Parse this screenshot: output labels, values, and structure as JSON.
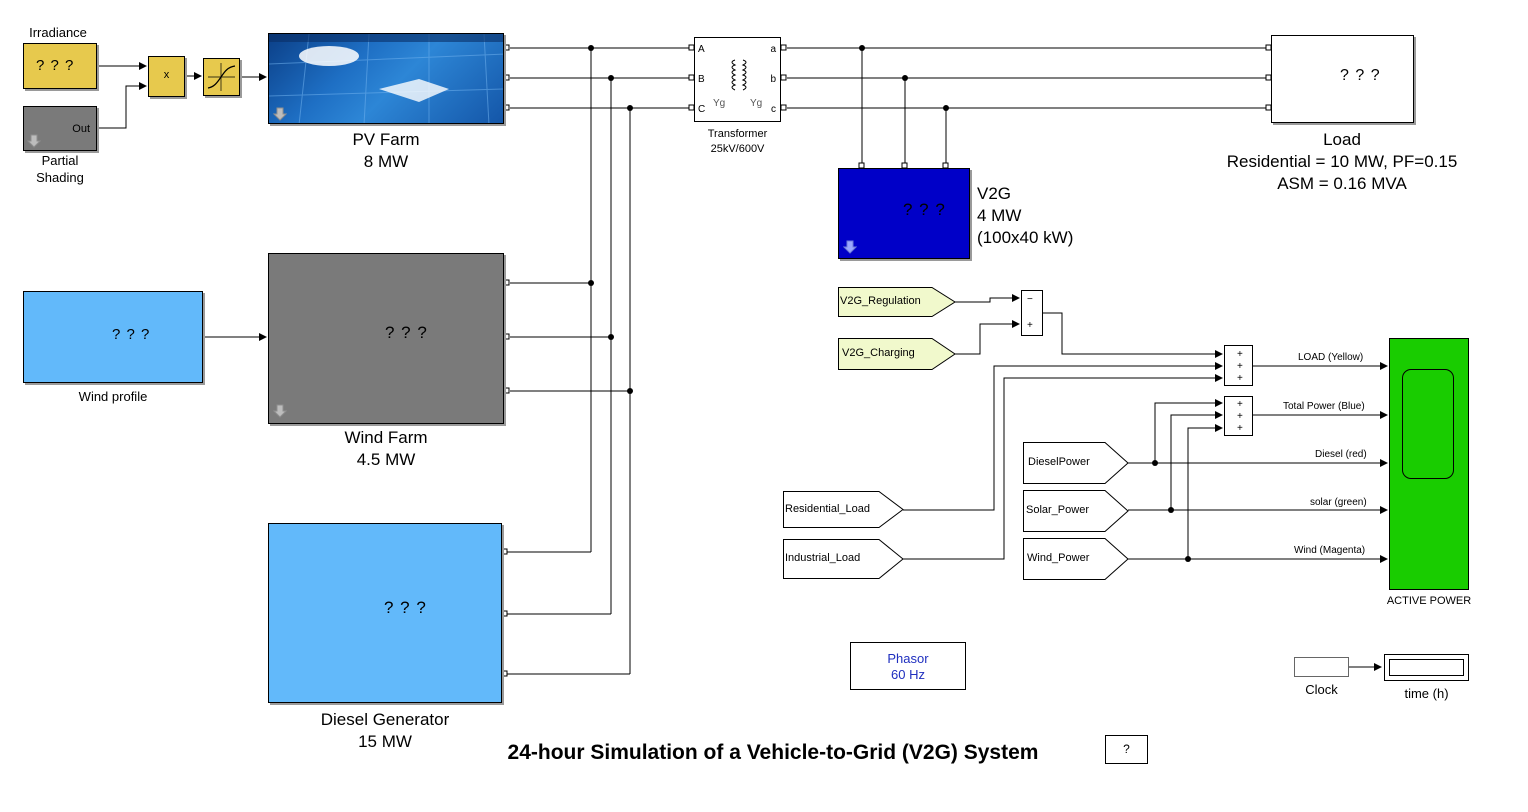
{
  "title": "24-hour Simulation of a Vehicle-to-Grid (V2G) System",
  "help_button": "?",
  "placeholder": "? ? ?",
  "irradiance": {
    "label": "Irradiance",
    "value": "? ? ?"
  },
  "partial_shading": {
    "label_line1": "Partial",
    "label_line2": "Shading",
    "port": "Out"
  },
  "product": {
    "symbol": "x"
  },
  "pv_farm": {
    "name": "PV Farm",
    "rating": "8 MW"
  },
  "wind_profile": {
    "label": "Wind profile",
    "value": "? ? ?"
  },
  "wind_farm": {
    "name": "Wind Farm",
    "rating": "4.5 MW",
    "value": "? ? ?"
  },
  "diesel": {
    "name": "Diesel Generator",
    "rating": "15 MW",
    "value": "? ? ?"
  },
  "transformer": {
    "name": "Transformer",
    "rating": "25kV/600V",
    "ports_left": [
      "A",
      "B",
      "C"
    ],
    "ports_right": [
      "a",
      "b",
      "c"
    ],
    "winding_left": "Yg",
    "winding_right": "Yg"
  },
  "load": {
    "name": "Load",
    "line2": "Residential = 10 MW, PF=0.15",
    "line3": "ASM = 0.16 MVA",
    "value": "? ? ?"
  },
  "v2g": {
    "name": "V2G",
    "rating": "4 MW",
    "detail": "(100x40 kW)",
    "value": "? ? ?"
  },
  "from_tags": {
    "v2g_regulation": "V2G_Regulation",
    "v2g_charging": "V2G_Charging",
    "residential_load": "Residential_Load",
    "industrial_load": "Industrial_Load",
    "diesel_power": "DieselPower",
    "solar_power": "Solar_Power",
    "wind_power": "Wind_Power"
  },
  "sum_signs": {
    "sum1": [
      "−",
      "+"
    ],
    "sum2": [
      "+",
      "+",
      "+"
    ],
    "sum3": [
      "+",
      "+",
      "+"
    ]
  },
  "signals": {
    "load": "LOAD (Yellow)",
    "total": "Total Power (Blue)",
    "diesel": "Diesel (red)",
    "solar": "solar (green)",
    "wind": "Wind (Magenta)"
  },
  "scope": {
    "label": "ACTIVE POWER",
    "color": "#19cc00"
  },
  "powergui": {
    "line1": "Phasor",
    "line2": "60 Hz"
  },
  "clock": {
    "label": "Clock"
  },
  "display": {
    "label": "time (h)"
  },
  "colors": {
    "yellow_block": "#e7c94d",
    "blue_block": "#62b9fa",
    "gray_block": "#7a7a7a",
    "v2g_block": "#0000c8",
    "tag_fill": "#f1f9cc"
  }
}
